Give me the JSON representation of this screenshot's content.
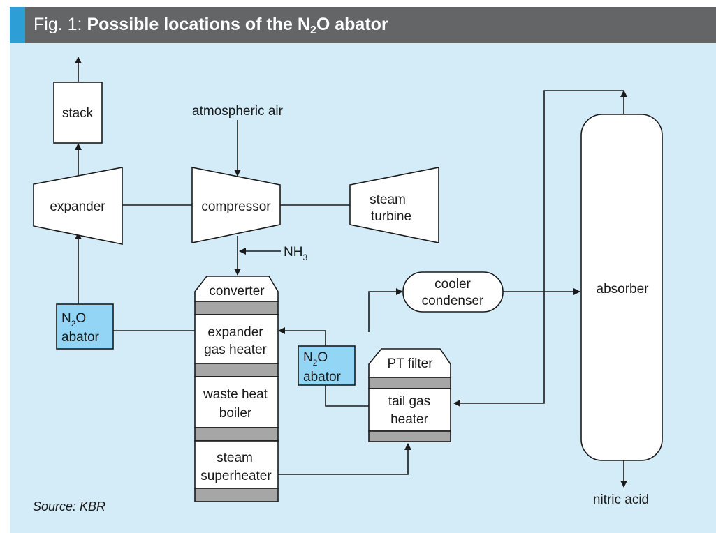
{
  "header": {
    "fig_label": "Fig. 1:",
    "title_pre": "Possible locations of the N",
    "title_sub": "2",
    "title_post": "O abator"
  },
  "colors": {
    "header_bg": "#646567",
    "accent": "#2e9fd6",
    "panel_bg": "#d3ecf8",
    "abator_fill": "#92d5f5",
    "band_fill": "#a6a6a6"
  },
  "labels": {
    "stack": "stack",
    "atmospheric_air": "atmospheric air",
    "expander": "expander",
    "compressor": "compressor",
    "steam_turbine_1": "steam",
    "steam_turbine_2": "turbine",
    "nh3_main": "NH",
    "nh3_sub": "3",
    "converter": "converter",
    "expander_gas_heater_1": "expander",
    "expander_gas_heater_2": "gas heater",
    "waste_heat_boiler_1": "waste heat",
    "waste_heat_boiler_2": "boiler",
    "steam_superheater_1": "steam",
    "steam_superheater_2": "superheater",
    "abator_n": "N",
    "abator_sub": "2",
    "abator_o": "O",
    "abator_word": "abator",
    "cooler_condenser_1": "cooler",
    "cooler_condenser_2": "condenser",
    "pt_filter": "PT filter",
    "tail_gas_heater_1": "tail gas",
    "tail_gas_heater_2": "heater",
    "absorber": "absorber",
    "nitric_acid": "nitric acid"
  },
  "source": "Source: KBR"
}
